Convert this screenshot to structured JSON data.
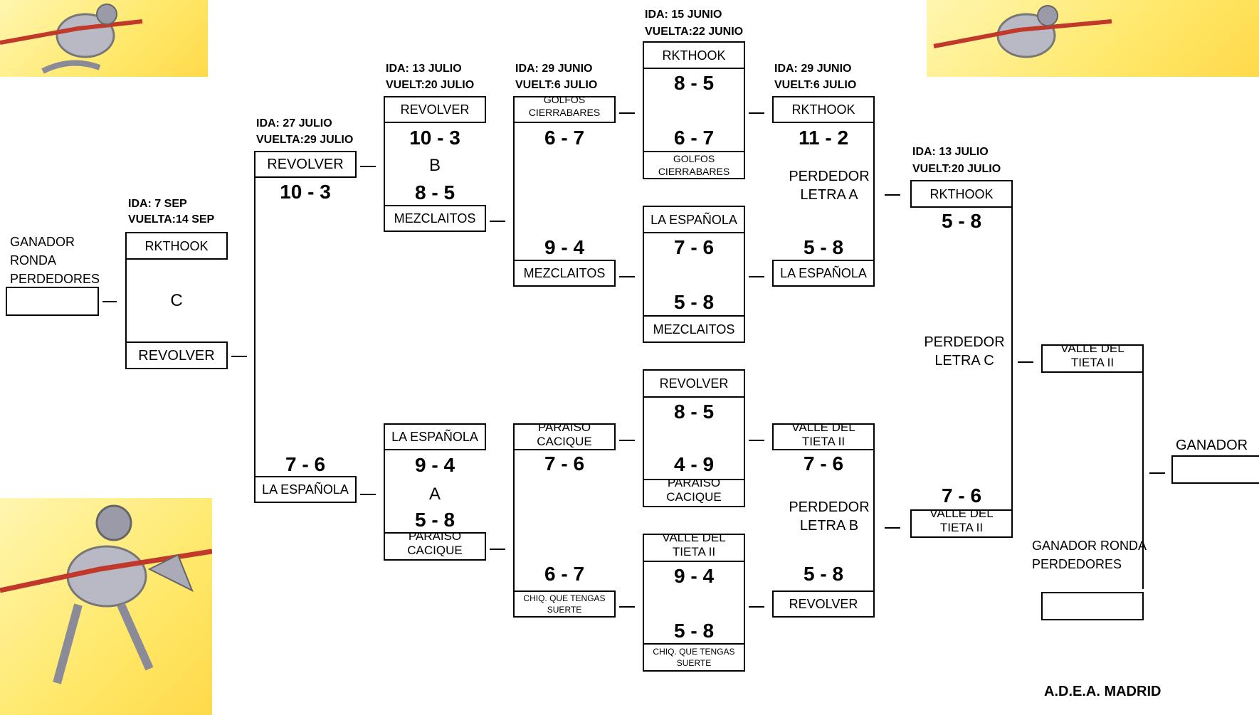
{
  "title_badge": "A.D.E.A. MADRID",
  "winners_label": "GANADOR RONDA PERDEDORES",
  "final_winner_label": "GANADOR",
  "rounds": {
    "r_c": {
      "ida": "IDA: 7 SEP",
      "vuelta": "VUELTA:14 SEP",
      "letter": "C",
      "team_top": "RKTHOOK",
      "team_bottom": "REVOLVER"
    },
    "r2": {
      "ida": "IDA: 27 JULIO",
      "vuelta": "VUELTA:29 JULIO",
      "team_top": "REVOLVER",
      "score_top": "10 - 3",
      "team_bottom": "LA ESPAÑOLA",
      "score_bottom": "7 - 6"
    },
    "r3_top": {
      "ida": "IDA: 13 JULIO",
      "vuelta": "VUELT:20 JULIO",
      "letter": "B",
      "team_top": "REVOLVER",
      "score_top": "10 - 3",
      "score_bottom": "8 - 5",
      "team_bottom": "MEZCLAITOS"
    },
    "r3_bottom": {
      "letter": "A",
      "team_top": "LA ESPAÑOLA",
      "score_top": "9 - 4",
      "score_bottom": "5 - 8",
      "team_bottom": "PARAISO CACIQUE"
    },
    "r4_top": {
      "ida": "IDA: 29 JUNIO",
      "vuelta": "VUELT:6 JULIO",
      "team_top": "GOLFOS CIERRABARES",
      "score_top": "6 - 7",
      "score_bottom": "9 - 4",
      "team_bottom": "MEZCLAITOS"
    },
    "r4_bottom": {
      "team_top": "PARAISO CACIQUE",
      "score_top": "7 - 6",
      "score_bottom": "6 - 7",
      "team_bottom": "CHIQ. QUE TENGAS SUERTE"
    },
    "r5_1": {
      "ida": "IDA: 15 JUNIO",
      "vuelta": "VUELTA:22 JUNIO",
      "team_top": "RKTHOOK",
      "score_top": "8 - 5",
      "score_bottom": "6 - 7",
      "team_bottom": "GOLFOS CIERRABARES"
    },
    "r5_2": {
      "team_top": "LA ESPAÑOLA",
      "score_top": "7 - 6",
      "score_bottom": "5 - 8",
      "team_bottom": "MEZCLAITOS"
    },
    "r5_3": {
      "team_top": "REVOLVER",
      "score_top": "8 - 5",
      "score_bottom": "4 - 9",
      "team_bottom": "PARAISO CACIQUE"
    },
    "r5_4": {
      "team_top": "VALLE DEL TIETA II",
      "score_top": "9 - 4",
      "score_bottom": "5 - 8",
      "team_bottom": "CHIQ. QUE TENGAS SUERTE"
    },
    "r6_top": {
      "ida": "IDA: 29 JUNIO",
      "vuelta": "VUELT:6 JULIO",
      "team_top": "RKTHOOK",
      "score_top": "11 - 2",
      "perdedor": "PERDEDOR LETRA A",
      "score_bottom": "5 - 8",
      "team_bottom": "LA ESPAÑOLA"
    },
    "r6_bottom": {
      "team_top": "VALLE DEL TIETA II",
      "score_top": "7 - 6",
      "perdedor": "PERDEDOR LETRA B",
      "score_bottom": "5 - 8",
      "team_bottom": "REVOLVER"
    },
    "r7": {
      "ida": "IDA: 13 JULIO",
      "vuelta": "VUELT:20 JULIO",
      "team_top": "RKTHOOK",
      "score_top": "5 - 8",
      "perdedor": "PERDEDOR LETRA C",
      "score_bottom": "7 - 6",
      "team_bottom": "VALLE DEL TIETA II"
    },
    "final": {
      "team_top": "VALLE DEL TIETA II"
    }
  }
}
